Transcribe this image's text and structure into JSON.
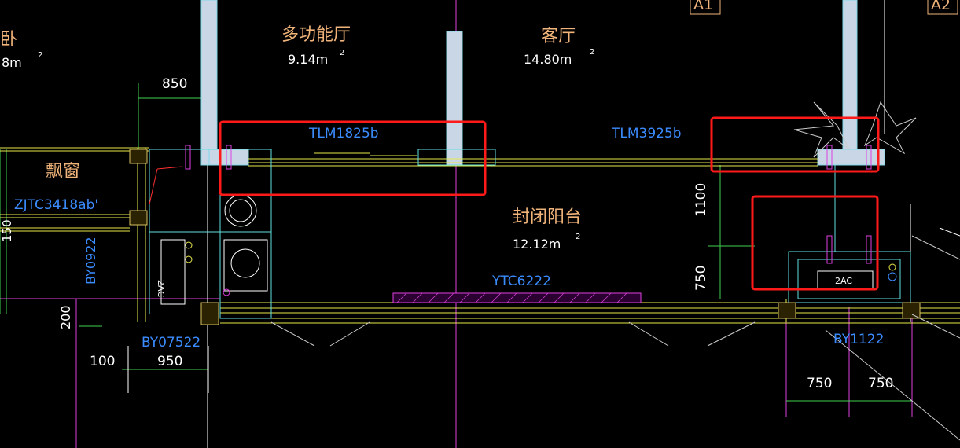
{
  "colors": {
    "background": "#000000",
    "room_label": "#f0b47a",
    "area_text": "#ffffff",
    "component_label": "#3b8cff",
    "dimension": "#ffffff",
    "wall_line": "#e8e84a",
    "column_fill": "#c8d6e6",
    "highlight_box": "#ff1a1a",
    "axis_magenta": "#e040e0",
    "cyan": "#5fe0e0",
    "hatch": "#d8c060"
  },
  "rooms": {
    "bedroom_partial": {
      "name": "卧",
      "area": "8m",
      "unit_sup": "2"
    },
    "multi_hall": {
      "name": "多功能厅",
      "area": "9.14m",
      "unit_sup": "2"
    },
    "living_room": {
      "name": "客厅",
      "area": "14.80m",
      "unit_sup": "2"
    },
    "bay_window": {
      "name": "飘窗"
    },
    "balcony": {
      "name": "封闭阳台",
      "area": "12.12m",
      "unit_sup": "2"
    }
  },
  "components": {
    "door_1": "TLM1825b",
    "door_2": "TLM3925b",
    "window_bay": "ZJTC3418ab'",
    "window_balcony": "YTC6222",
    "by_0922": "BY0922",
    "by_07522": "BY07522",
    "by_1122": "BY1122"
  },
  "axis_tags": {
    "a1": "A1",
    "a2": "A2"
  },
  "dimensions": {
    "d850": "850",
    "d1100": "1100",
    "d750_v": "750",
    "d200": "200",
    "d100": "100",
    "d950": "950",
    "d750_a": "750",
    "d750_b": "750",
    "d150": "150"
  },
  "equipment": {
    "ac_left": "2AC",
    "ac_right": "2AC"
  }
}
